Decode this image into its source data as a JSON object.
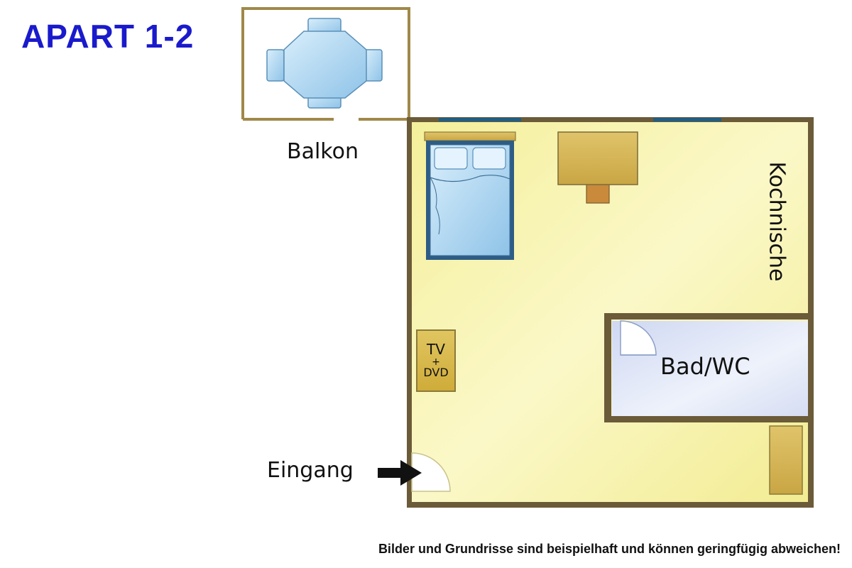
{
  "title": "APART 1-2",
  "rooms": {
    "balcony": "Balkon",
    "kitchenette": "Kochnische",
    "bathroom": "Bad/WC",
    "entrance": "Eingang"
  },
  "tv": {
    "line1": "TV",
    "line2": "+",
    "line3": "DVD"
  },
  "disclaimer": "Bilder und Grundrisse sind beispielhaft und können geringfügig abweichen!",
  "colors": {
    "title": "#1a1acc",
    "wall": "#6b5b38",
    "floor": "#f7f2a2",
    "bath_floor": "#dfe6f7",
    "furniture_blue": "#a9d3ef",
    "table_wood": "#d4b65a"
  },
  "icons": [
    "entrance-arrow-icon",
    "door-swing-icon"
  ]
}
